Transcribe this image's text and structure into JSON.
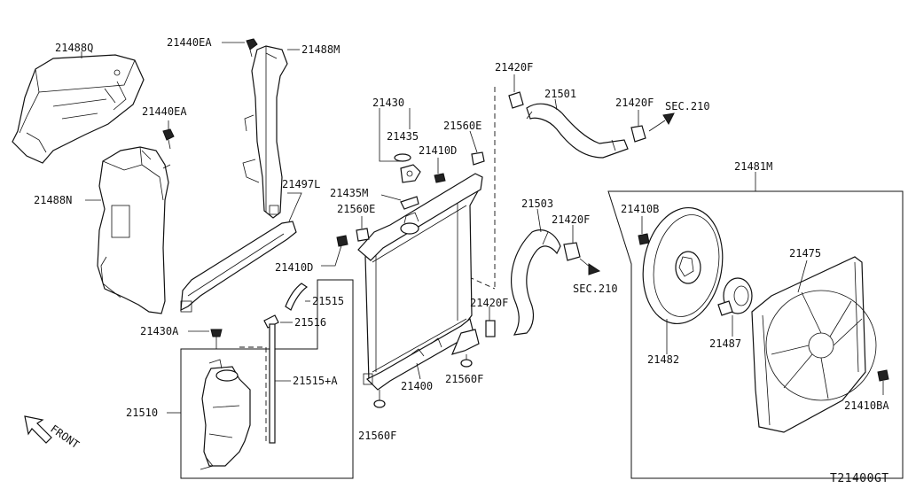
{
  "diagram_code": "T21400GT",
  "front_label": "FRONT",
  "parts": {
    "p21488Q": "21488Q",
    "p21440EA_top": "21440EA",
    "p21488M": "21488M",
    "p21440EA_mid": "21440EA",
    "p21488N": "21488N",
    "p21497L": "21497L",
    "p21430": "21430",
    "p21435": "21435",
    "p21435M": "21435M",
    "p21410D_top": "21410D",
    "p21560E_top": "21560E",
    "p21560E_left": "21560E",
    "p21410D_left": "21410D",
    "p21420F_top": "21420F",
    "p21501": "21501",
    "p21420F_right": "21420F",
    "sec210_top": "SEC.210",
    "p21503": "21503",
    "p21420F_mid": "21420F",
    "sec210_mid": "SEC.210",
    "p21420F_low": "21420F",
    "p21515": "21515",
    "p21516": "21516",
    "p21430A": "21430A",
    "p21515A": "21515+A",
    "p21510": "21510",
    "p21400": "21400",
    "p21560F_mid": "21560F",
    "p21560F_low": "21560F",
    "p21481M": "21481M",
    "p21410B": "21410B",
    "p21475": "21475",
    "p21487": "21487",
    "p21482": "21482",
    "p21410BA": "21410BA"
  }
}
